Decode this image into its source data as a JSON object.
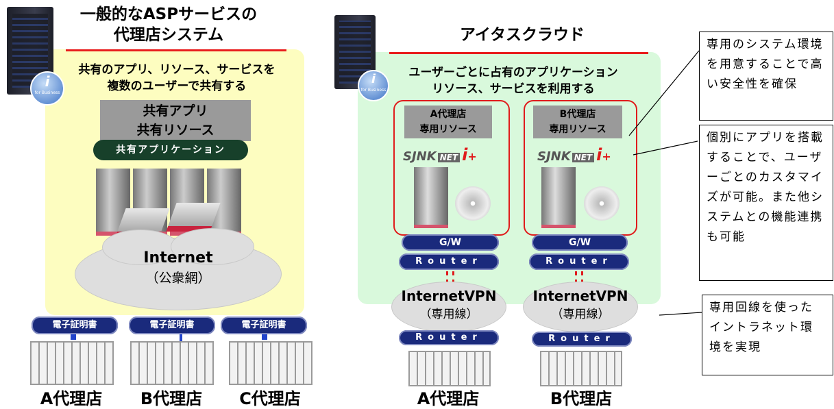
{
  "left": {
    "title_line1": "一般的なASPサービスの",
    "title_line2": "代理店システム",
    "subtitle_line1": "共有のアプリ、リソース、サービスを",
    "subtitle_line2": "複数のユーザーで共有する",
    "shared_box_line1": "共有アプリ",
    "shared_box_line2": "共有リソース",
    "shared_app_pill": "共有アプリケーション",
    "cloud_line1": "Internet",
    "cloud_line2": "（公衆網）",
    "cert_label": "電子証明書",
    "agencies": [
      "A代理店",
      "B代理店",
      "C代理店"
    ],
    "badge_text": "for Business"
  },
  "right": {
    "title": "アイタスクラウド",
    "subtitle_line1": "ユーザーごとに占有のアプリケーション",
    "subtitle_line2": "リソース、サービスを利用する",
    "agency_a_box_line1": "A代理店",
    "agency_a_box_line2": "専用リソース",
    "agency_b_box_line1": "B代理店",
    "agency_b_box_line2": "専用リソース",
    "brand_text": "SJNK",
    "brand_net": "NET",
    "brand_i": "i",
    "gw_label": "G/W",
    "router_label": "Router",
    "cloud_line1": "InternetVPN",
    "cloud_line2": "（専用線）",
    "agencies": [
      "A代理店",
      "B代理店"
    ],
    "badge_text": "for Business"
  },
  "callouts": {
    "c1": "専用のシステム環境を用意することで高い安全性を確保",
    "c2": "個別にアプリを搭載することで、ユーザーごとのカスタマイズが可能。また他システムとの機能連携も可能",
    "c3": "専用回線を使ったイントラネット環境を実現"
  },
  "colors": {
    "accent_red": "#e81c1c",
    "pill_navy": "#1a2a7c",
    "panel_yellow": "#fdfdc0",
    "panel_green": "#d9f9dc"
  }
}
